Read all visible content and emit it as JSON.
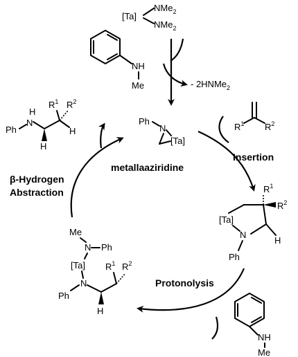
{
  "reagents": {
    "ta_amide_ta": "[Ta]",
    "ta_amide_group1": "NMe",
    "ta_amide_group1_sub": "2",
    "ta_amide_group2": "NMe",
    "ta_amide_group2_sub": "2",
    "aniline_top_nh": "NH",
    "aniline_top_me": "Me",
    "byproduct_prefix": "- 2HNMe",
    "byproduct_sub": "2",
    "aniline_bottom_nh": "NH",
    "aniline_bottom_me": "Me"
  },
  "catalytic_species": {
    "metallaaziridine": {
      "ph": "Ph",
      "n": "N",
      "ta": "[Ta]",
      "name": "metallaaziridine"
    },
    "alkene": {
      "r1": "R",
      "r1_sup": "1",
      "r2": "R",
      "r2_sup": "2"
    },
    "metallapyrrolidine": {
      "ta": "[Ta]",
      "n": "N",
      "ph": "Ph",
      "h": "H",
      "r1": "R",
      "r1_sup": "1",
      "r2": "R",
      "r2_sup": "2"
    },
    "protonated_intermediate": {
      "me": "Me",
      "n_top": "N",
      "ph_top": "Ph",
      "ta": "[Ta]",
      "n_bottom": "N",
      "ph_bottom": "Ph",
      "h": "H",
      "r1": "R",
      "r1_sup": "1",
      "r2": "R",
      "r2_sup": "2"
    },
    "product": {
      "ph": "Ph",
      "n": "N",
      "nh_h": "H",
      "h": "H",
      "r1": "R",
      "r1_sup": "1",
      "r2": "R",
      "r2_sup": "2"
    }
  },
  "steps": {
    "insertion": "Insertion",
    "protonolysis": "Protonolysis",
    "beta_hydrogen_line1": "β-Hydrogen",
    "beta_hydrogen_line2": "Abstraction"
  }
}
